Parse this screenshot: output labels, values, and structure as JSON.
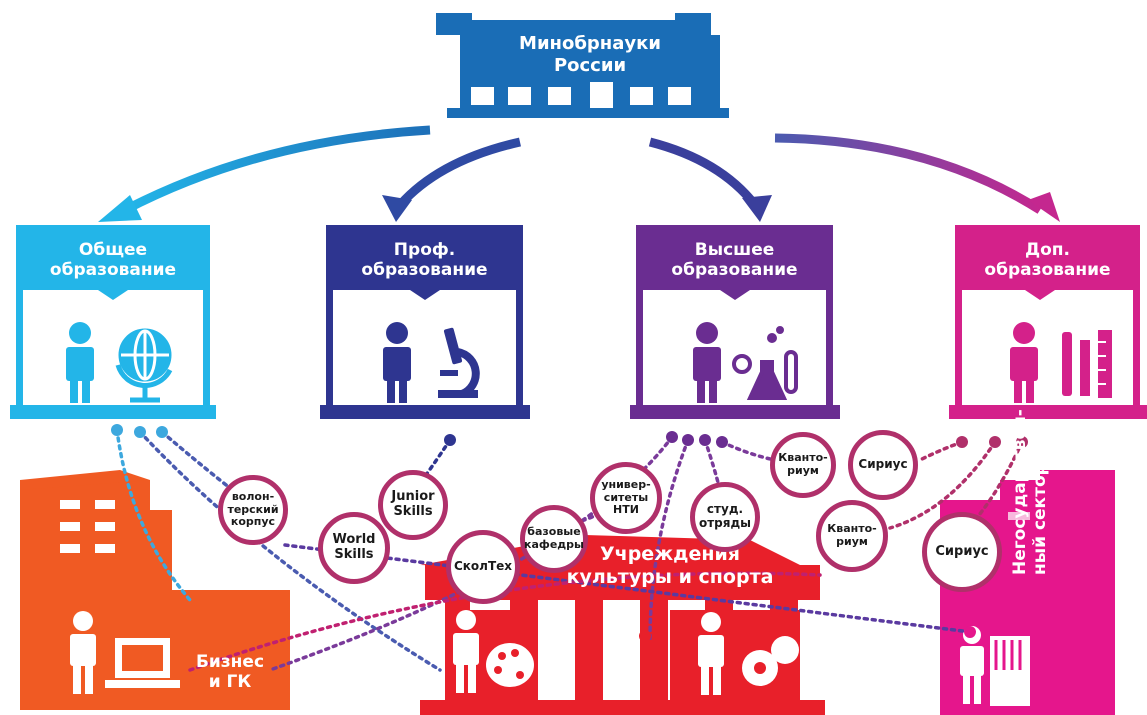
{
  "ministry": {
    "title_line1": "Минобрнауки",
    "title_line2": "России"
  },
  "branches": [
    {
      "line1": "Общее",
      "line2": "образование",
      "color": "#23b5e8"
    },
    {
      "line1": "Проф.",
      "line2": "образование",
      "color": "#2e3590"
    },
    {
      "line1": "Высшее",
      "line2": "образование",
      "color": "#6a2d91"
    },
    {
      "line1": "Доп.",
      "line2": "образование",
      "color": "#d4218a"
    }
  ],
  "sectors": {
    "business": {
      "line1": "Бизнес",
      "line2": "и ГК",
      "color": "#f05a23"
    },
    "culture": {
      "line1": "Учреждения",
      "line2": "культуры и спорта",
      "color": "#e8202a"
    },
    "nongov": {
      "line1": "Негосударствен-",
      "line2": "ный сектор",
      "color": "#e5168c"
    }
  },
  "bubbles": [
    {
      "id": "volunteer",
      "text": "волон-\nтерский\nкорпус"
    },
    {
      "id": "worldskills",
      "text": "World\nSkills"
    },
    {
      "id": "juniorskills",
      "text": "Junior\nSkills"
    },
    {
      "id": "skoltech",
      "text": "СколТех"
    },
    {
      "id": "base-chairs",
      "text": "базовые\nкафедры"
    },
    {
      "id": "nti",
      "text": "универ-\nситеты\nНТИ"
    },
    {
      "id": "stud",
      "text": "студ.\nотряды"
    },
    {
      "id": "kvant1",
      "text": "Кванто-\nриум"
    },
    {
      "id": "sirius1",
      "text": "Сириус"
    },
    {
      "id": "kvant2",
      "text": "Кванто-\nриум"
    },
    {
      "id": "sirius2",
      "text": "Сириус"
    }
  ],
  "icons": [
    "building-icon",
    "person-icon",
    "globe-icon",
    "microscope-icon",
    "flask-icon",
    "pencil-ruler-icon",
    "laptop-icon",
    "palette-icon",
    "ball-icon",
    "piano-icon"
  ]
}
